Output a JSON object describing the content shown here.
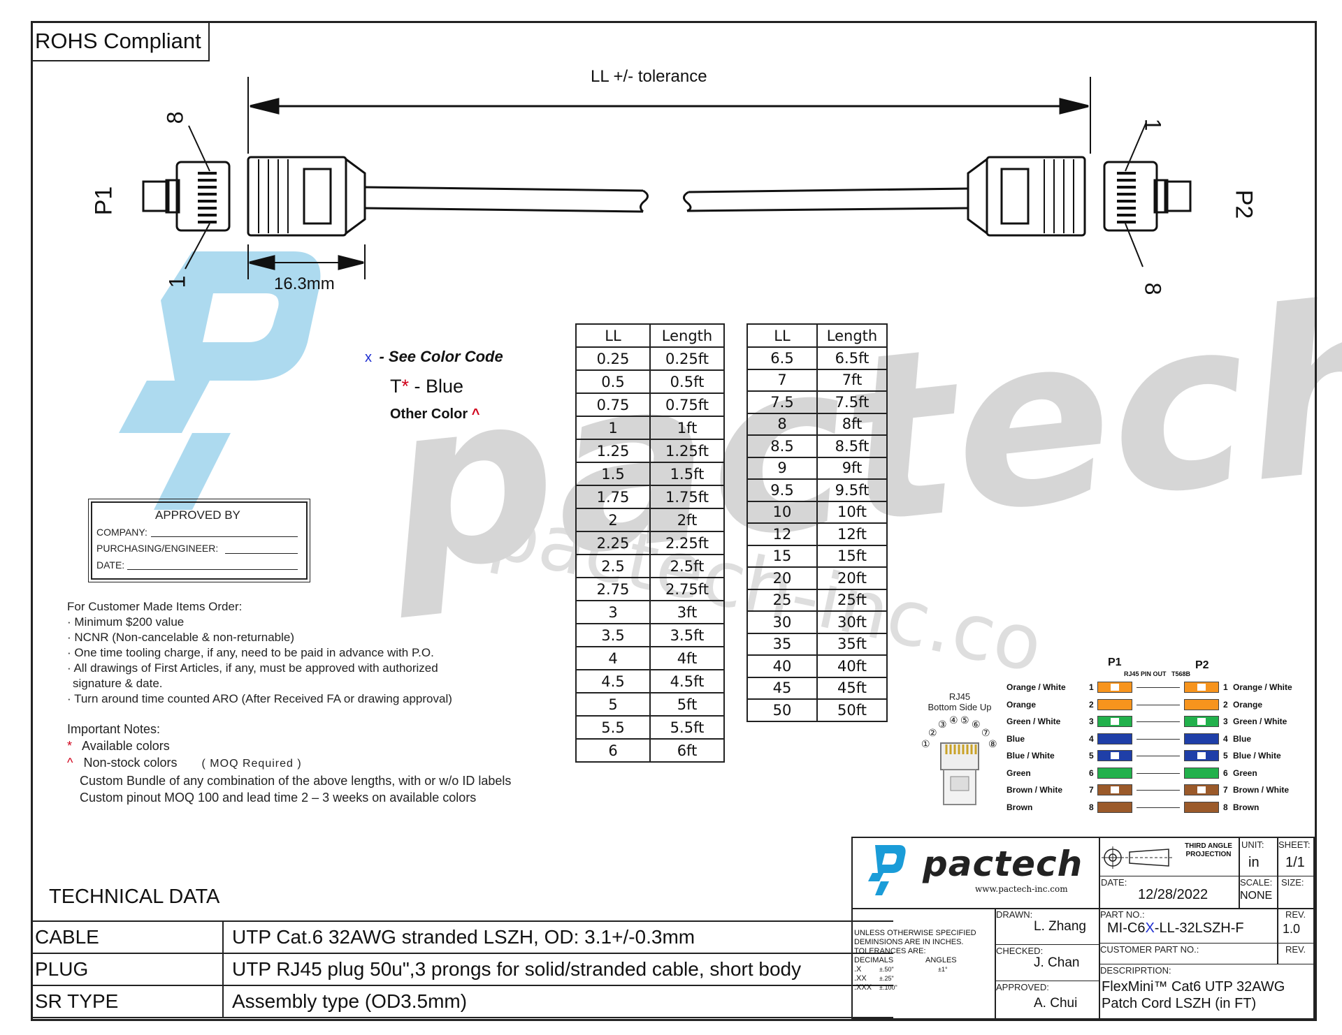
{
  "rohs": "ROHS Compliant",
  "dimension": {
    "overall": "LL +/- tolerance",
    "plug_length": "16.3mm"
  },
  "plugs": {
    "p1": "P1",
    "p2": "P2",
    "pin_8": "8",
    "pin_1": "1"
  },
  "legend": {
    "x_mark": "x",
    "see_color": "- See Color Code",
    "t_mark": "T",
    "t_star": "*",
    "t_blue": "- Blue",
    "other": "Other Color",
    "other_caret": "^"
  },
  "ll_table_1": {
    "headers": [
      "LL",
      "Length"
    ],
    "rows": [
      [
        "0.25",
        "0.25ft"
      ],
      [
        "0.5",
        "0.5ft"
      ],
      [
        "0.75",
        "0.75ft"
      ],
      [
        "1",
        "1ft"
      ],
      [
        "1.25",
        "1.25ft"
      ],
      [
        "1.5",
        "1.5ft"
      ],
      [
        "1.75",
        "1.75ft"
      ],
      [
        "2",
        "2ft"
      ],
      [
        "2.25",
        "2.25ft"
      ],
      [
        "2.5",
        "2.5ft"
      ],
      [
        "2.75",
        "2.75ft"
      ],
      [
        "3",
        "3ft"
      ],
      [
        "3.5",
        "3.5ft"
      ],
      [
        "4",
        "4ft"
      ],
      [
        "4.5",
        "4.5ft"
      ],
      [
        "5",
        "5ft"
      ],
      [
        "5.5",
        "5.5ft"
      ],
      [
        "6",
        "6ft"
      ]
    ]
  },
  "ll_table_2": {
    "headers": [
      "LL",
      "Length"
    ],
    "rows": [
      [
        "6.5",
        "6.5ft"
      ],
      [
        "7",
        "7ft"
      ],
      [
        "7.5",
        "7.5ft"
      ],
      [
        "8",
        "8ft"
      ],
      [
        "8.5",
        "8.5ft"
      ],
      [
        "9",
        "9ft"
      ],
      [
        "9.5",
        "9.5ft"
      ],
      [
        "10",
        "10ft"
      ],
      [
        "12",
        "12ft"
      ],
      [
        "15",
        "15ft"
      ],
      [
        "20",
        "20ft"
      ],
      [
        "25",
        "25ft"
      ],
      [
        "30",
        "30ft"
      ],
      [
        "35",
        "35ft"
      ],
      [
        "40",
        "40ft"
      ],
      [
        "45",
        "45ft"
      ],
      [
        "50",
        "50ft"
      ]
    ]
  },
  "approval": {
    "title": "APPROVED BY",
    "company": "COMPANY:",
    "purchasing": "PURCHASING/ENGINEER:",
    "date": "DATE:"
  },
  "customer_notes": {
    "title": "For Customer Made Items Order:",
    "items": [
      "Minimum $200 value",
      "NCNR (Non-cancelable & non-returnable)",
      "One time tooling charge, if any, need to be paid in advance with P.O.",
      "All drawings of First Articles, if any, must be approved with authorized",
      "signature & date.",
      "Turn around time counted ARO (After Received FA or drawing approval)"
    ]
  },
  "important_notes": {
    "title": "Important Notes:",
    "star": "*",
    "available": "Available colors",
    "caret": "^",
    "nonstock": "Non-stock colors",
    "moq": "( MOQ Required )",
    "bundle": "Custom Bundle of any combination of the above lengths, with or w/o ID labels",
    "pinout": "Custom pinout MOQ 100 and lead time 2 – 3 weeks on available colors"
  },
  "pinout": {
    "p1": "P1",
    "p2": "P2",
    "caption": "RJ45 PIN OUT   T568B",
    "rj45": "RJ45",
    "bottom": "Bottom Side Up",
    "numbers": [
      "①",
      "②",
      "③",
      "④",
      "⑤",
      "⑥",
      "⑦",
      "⑧"
    ],
    "pins": [
      {
        "n": "1",
        "name": "Orange / White",
        "color": "#f7941d",
        "striped": true
      },
      {
        "n": "2",
        "name": "Orange",
        "color": "#f7941d",
        "striped": false
      },
      {
        "n": "3",
        "name": "Green / White",
        "color": "#22b14c",
        "striped": true
      },
      {
        "n": "4",
        "name": "Blue",
        "color": "#1f3fa8",
        "striped": false
      },
      {
        "n": "5",
        "name": "Blue / White",
        "color": "#1f3fa8",
        "striped": true
      },
      {
        "n": "6",
        "name": "Green",
        "color": "#22b14c",
        "striped": false
      },
      {
        "n": "7",
        "name": "Brown / White",
        "color": "#9b5a2a",
        "striped": true
      },
      {
        "n": "8",
        "name": "Brown",
        "color": "#9b5a2a",
        "striped": false
      }
    ]
  },
  "tech": {
    "title": "TECHNICAL DATA",
    "rows": [
      {
        "k": "CABLE",
        "v": "UTP Cat.6 32AWG stranded LSZH, OD: 3.1+/-0.3mm"
      },
      {
        "k": "PLUG",
        "v": "UTP RJ45 plug 50u\",3 prongs for solid/stranded cable, short body"
      },
      {
        "k": "SR TYPE",
        "v": "Assembly type (OD3.5mm)"
      }
    ]
  },
  "title_block": {
    "brand": "pactech",
    "url": "www.pactech-inc.com",
    "projection": "THIRD ANGLE PROJECTION",
    "unit_label": "UNIT:",
    "unit": "in",
    "sheet_label": "SHEET:",
    "sheet": "1/1",
    "date_label": "DATE:",
    "date": "12/28/2022",
    "scale_label": "SCALE:",
    "scale": "NONE",
    "size_label": "SIZE:",
    "tolerance": [
      "UNLESS OTHERWISE SPECIFIED",
      "DEMINSIONS ARE IN INCHES.",
      "TOLERANCES ARE:",
      "DECIMALS",
      "ANGLES",
      ".X",
      "±.50\"",
      "±1°",
      ".XX",
      "±.25\"",
      ".XXX",
      "±.100\""
    ],
    "drawn_label": "DRAWN:",
    "drawn": "L. Zhang",
    "checked_label": "CHECKED:",
    "checked": "J. Chan",
    "approved_label": "APPROVED:",
    "approved": "A. Chui",
    "part_label": "PART NO.:",
    "part_a": "MI-C6",
    "part_x": "X",
    "part_b": "-LL-32LSZH-F",
    "rev_label": "REV.",
    "rev": "1.0",
    "cust_label": "CUSTOMER PART NO.:",
    "cust_rev_label": "REV.",
    "desc_label": "DESCRIPRTION:",
    "desc_1": "FlexMini™ Cat6 UTP 32AWG",
    "desc_2": "Patch Cord LSZH (in FT)"
  },
  "watermark": {
    "logo_letters": "pactech",
    "url": "pactech-inc.co"
  },
  "colors": {
    "watermark_gray": "#d3d3d3",
    "watermark_blue": "#9fd3ec",
    "brand_blue": "#1a9cd8",
    "accent_red": "#d0021b",
    "accent_blue": "#1f2fd0"
  }
}
